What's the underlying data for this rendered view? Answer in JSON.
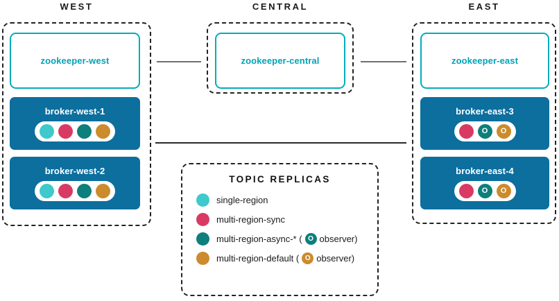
{
  "colors": {
    "single_region": "#3ec9cc",
    "multi_region_sync": "#d93a63",
    "multi_region_async": "#0d7f7c",
    "multi_region_default": "#cc8b2c",
    "broker_blue": "#0c6f9e",
    "zookeeper_cyan": "#00adbd",
    "region_border": "#222222",
    "connector_gray": "#6f6f6f"
  },
  "regions": [
    {
      "key": "west",
      "title": "WEST",
      "zookeeper": {
        "label": "zookeeper-west"
      },
      "brokers": [
        {
          "label": "broker-west-1",
          "replicas": [
            {
              "type": "single-region",
              "color": "#3ec9cc",
              "marker": ""
            },
            {
              "type": "multi-region-sync",
              "color": "#d93a63",
              "marker": ""
            },
            {
              "type": "multi-region-async",
              "color": "#0d7f7c",
              "marker": ""
            },
            {
              "type": "multi-region-default",
              "color": "#cc8b2c",
              "marker": ""
            }
          ]
        },
        {
          "label": "broker-west-2",
          "replicas": [
            {
              "type": "single-region",
              "color": "#3ec9cc",
              "marker": ""
            },
            {
              "type": "multi-region-sync",
              "color": "#d93a63",
              "marker": ""
            },
            {
              "type": "multi-region-async",
              "color": "#0d7f7c",
              "marker": ""
            },
            {
              "type": "multi-region-default",
              "color": "#cc8b2c",
              "marker": ""
            }
          ]
        }
      ]
    },
    {
      "key": "central",
      "title": "CENTRAL",
      "zookeeper": {
        "label": "zookeeper-central"
      },
      "brokers": []
    },
    {
      "key": "east",
      "title": "EAST",
      "zookeeper": {
        "label": "zookeeper-east"
      },
      "brokers": [
        {
          "label": "broker-east-3",
          "replicas": [
            {
              "type": "multi-region-sync",
              "color": "#d93a63",
              "marker": ""
            },
            {
              "type": "multi-region-async-observer",
              "color": "#0d7f7c",
              "marker": "O"
            },
            {
              "type": "multi-region-default-observer",
              "color": "#cc8b2c",
              "marker": "O"
            }
          ]
        },
        {
          "label": "broker-east-4",
          "replicas": [
            {
              "type": "multi-region-sync",
              "color": "#d93a63",
              "marker": ""
            },
            {
              "type": "multi-region-async-observer",
              "color": "#0d7f7c",
              "marker": "O"
            },
            {
              "type": "multi-region-default-observer",
              "color": "#cc8b2c",
              "marker": "O"
            }
          ]
        }
      ]
    }
  ],
  "legend": {
    "title": "TOPIC REPLICAS",
    "items": [
      {
        "color": "#3ec9cc",
        "text_before": "single-region",
        "has_observer": false,
        "text_after": ""
      },
      {
        "color": "#d93a63",
        "text_before": "multi-region-sync",
        "has_observer": false,
        "text_after": ""
      },
      {
        "color": "#0d7f7c",
        "text_before": "multi-region-async-* (",
        "has_observer": true,
        "observer_marker": "O",
        "text_after": "observer)"
      },
      {
        "color": "#cc8b2c",
        "text_before": "multi-region-default (",
        "has_observer": true,
        "observer_marker": "O",
        "text_after": "observer)"
      }
    ]
  }
}
